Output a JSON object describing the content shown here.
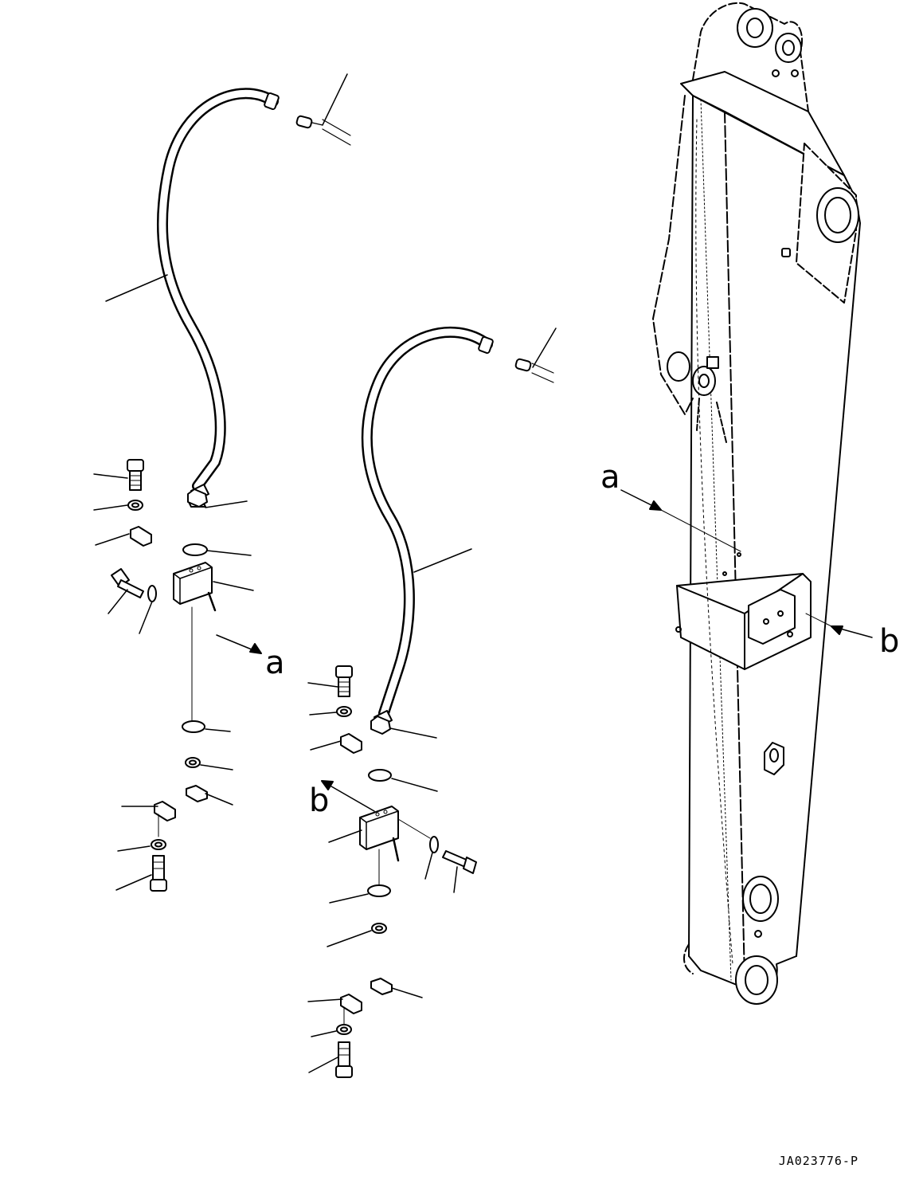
{
  "diagram": {
    "callouts": {
      "a_left": "a",
      "b_left": "b",
      "a_right": "a",
      "b_right": "b"
    },
    "drawing_number": "JA023776-P"
  },
  "colors": {
    "line": "#000000",
    "background": "#ffffff"
  }
}
